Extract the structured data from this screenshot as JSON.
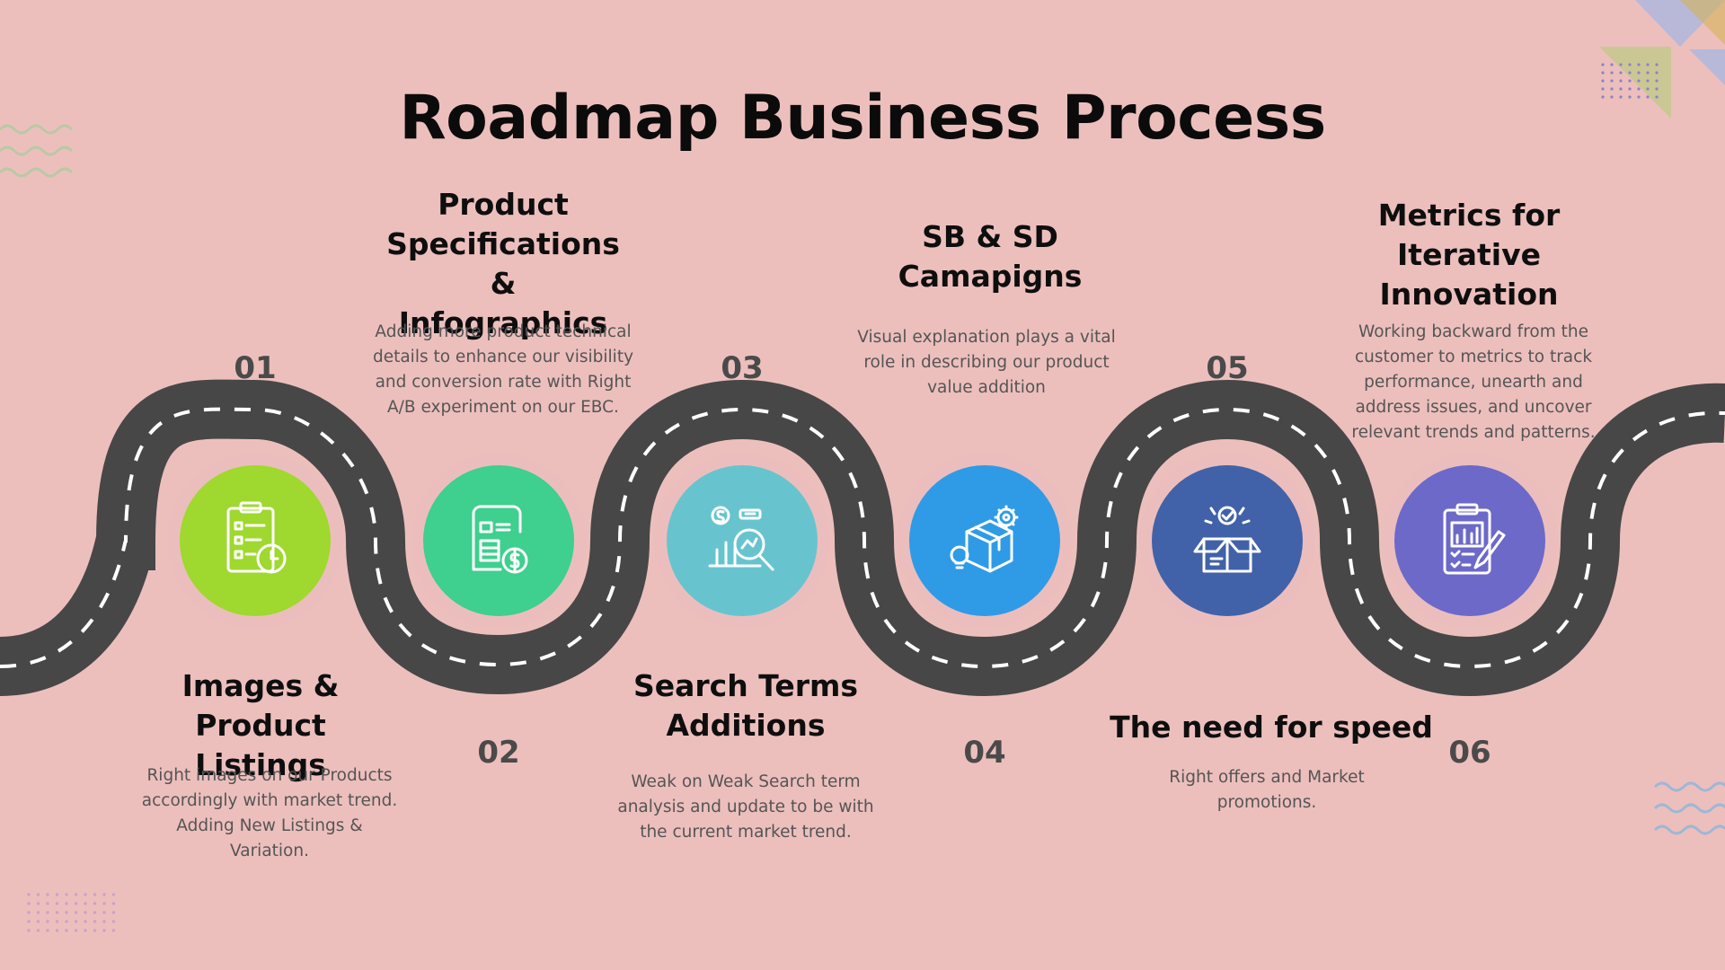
{
  "title": "Roadmap Business Process",
  "steps": [
    {
      "number": "01",
      "heading_lines": [
        "Images &",
        "Product Listings"
      ],
      "description_lines": [
        "Right images on our Products",
        "accordingly with market trend.",
        "Adding New Listings &",
        "Variation."
      ],
      "color": "#9fd82f",
      "icon": "checklist-clock-icon"
    },
    {
      "number": "02",
      "heading_lines": [
        "Product",
        "Specifications &",
        "Infographics"
      ],
      "description_lines": [
        "Adding more product technical",
        "details to enhance our visibility",
        "and conversion rate with Right",
        "A/B experiment on our EBC."
      ],
      "color": "#3fcf8e",
      "icon": "document-dollar-icon"
    },
    {
      "number": "03",
      "heading_lines": [
        "Search Terms",
        "Additions"
      ],
      "description_lines": [
        "Weak on Weak Search term",
        "analysis and update to be with",
        "the current market trend."
      ],
      "color": "#67c4cf",
      "icon": "analytics-search-icon"
    },
    {
      "number": "04",
      "heading_lines": [
        "SB & SD",
        "Camapigns"
      ],
      "description_lines": [
        "Visual explanation plays a vital",
        "role in describing our product",
        "value addition"
      ],
      "color": "#2f9be6",
      "icon": "box-gear-bulb-icon"
    },
    {
      "number": "05",
      "heading_lines": [
        "The need for speed"
      ],
      "description_lines": [
        "Right offers and Market",
        "promotions."
      ],
      "color": "#4162a8",
      "icon": "open-box-check-icon"
    },
    {
      "number": "06",
      "heading_lines": [
        "Metrics for",
        "Iterative",
        "Innovation"
      ],
      "description_lines": [
        "Working backward from the",
        "customer to metrics to track",
        "performance, unearth and",
        "address issues, and uncover",
        "relevant trends and patterns."
      ],
      "color": "#6c69c9",
      "icon": "clipboard-chart-pencil-icon"
    }
  ]
}
